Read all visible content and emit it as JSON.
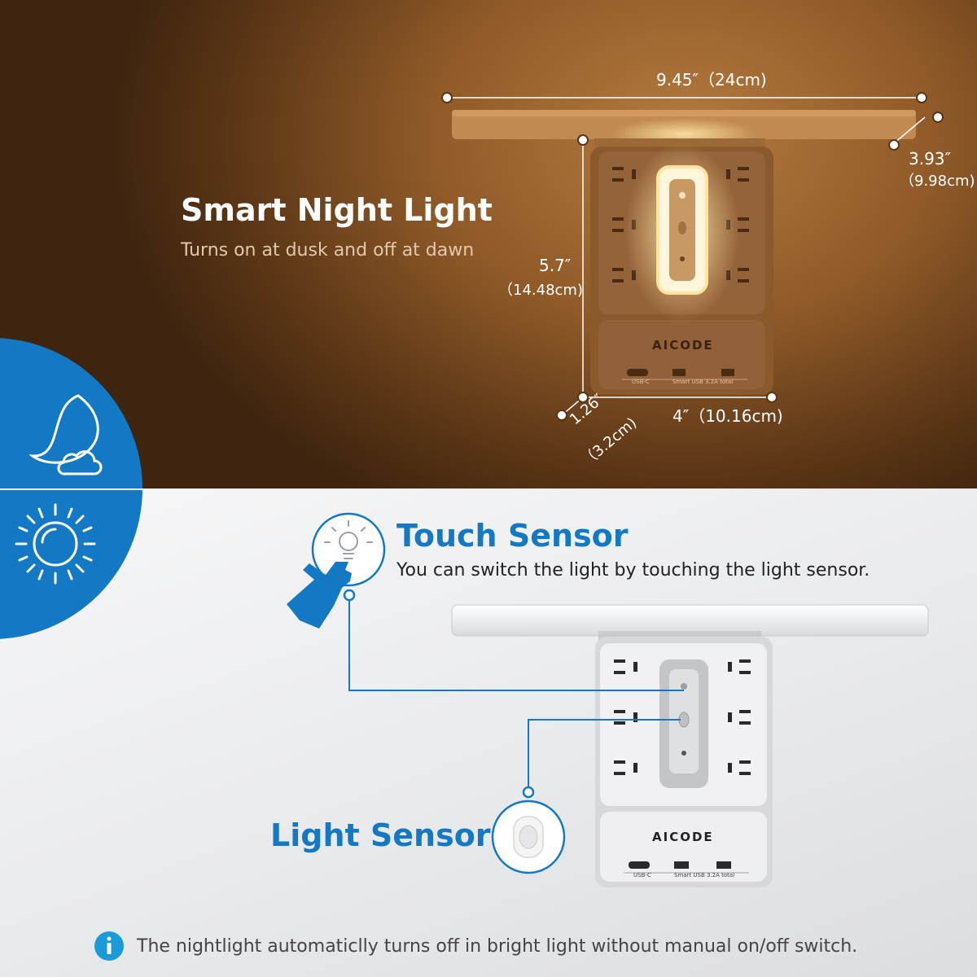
{
  "night": {
    "title": "Smart Night Light",
    "subtitle": "Turns on at dusk and off at dawn"
  },
  "dimensions": {
    "width": "9.45″（24cm)",
    "depth_in": "3.93″",
    "depth_cm": "（9.98cm)",
    "height_in": "5.7″",
    "height_cm": "（14.48cm)",
    "body_width": "4″（10.16cm)",
    "thickness_in": "1.26″",
    "thickness_cm": "（3.2cm)"
  },
  "product": {
    "brand": "AICODE",
    "port_usbc": "USB-C",
    "port_usb": "Smart USB 3.2A total"
  },
  "touch": {
    "title": "Touch Sensor",
    "description": "You can switch the light by touching the light sensor."
  },
  "light_sensor": {
    "title": "Light Sensor"
  },
  "note": {
    "icon": "info-icon",
    "text": "The nightlight automaticlly turns off in bright light without manual on/off switch."
  },
  "icons": {
    "night": "moon-cloud-icon",
    "day": "sun-icon",
    "touch": "hand-bulb-icon"
  },
  "colors": {
    "accent_blue": "#1479c4",
    "warm_glow": "#ffe9b0",
    "top_bg": "#8f5a28",
    "bottom_bg": "#e9eaec"
  }
}
